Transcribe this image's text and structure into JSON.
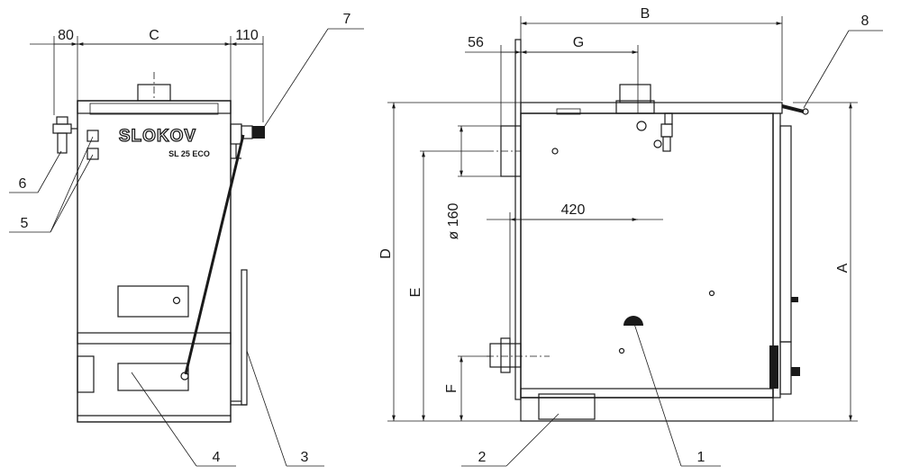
{
  "brand": {
    "name": "SLOKOV",
    "model": "SL 25 ECO"
  },
  "front_view": {
    "dims": {
      "left_offset": "80",
      "width": "C",
      "right_offset": "110"
    },
    "callouts": [
      "7",
      "6",
      "5",
      "4",
      "3"
    ]
  },
  "side_view": {
    "dims": {
      "depth": "B",
      "flue_offset": "56",
      "pipe_distance": "G",
      "flue_diameter": "ø 160",
      "horizontal_420": "420",
      "total_height": "D",
      "flue_height": "E",
      "inlet_height": "F",
      "body_height": "A"
    },
    "callouts": [
      "8",
      "2",
      "1"
    ]
  },
  "colors": {
    "line": "#1a1a1a",
    "background": "#ffffff"
  }
}
